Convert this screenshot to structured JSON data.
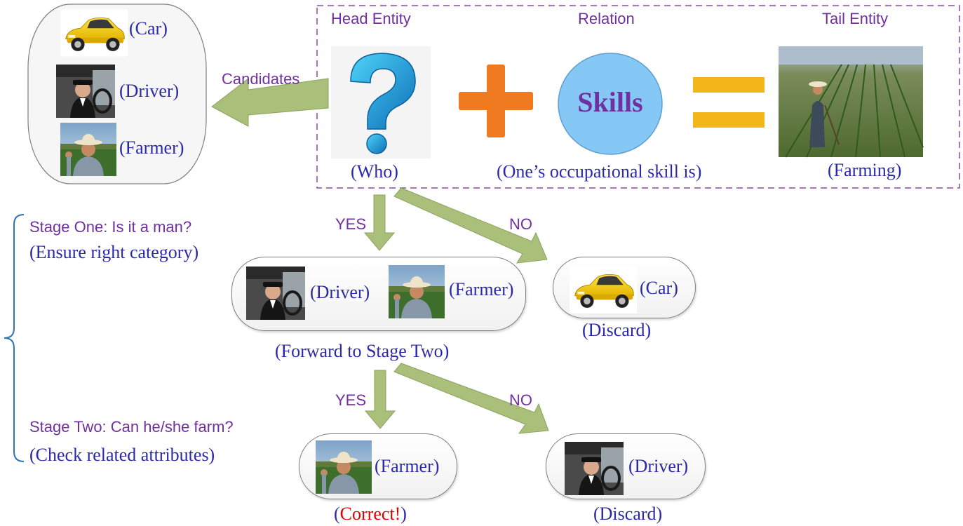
{
  "header": {
    "head_entity": "Head Entity",
    "relation": "Relation",
    "tail_entity": "Tail Entity"
  },
  "equation": {
    "head_caption": "(Who)",
    "relation_word": "Skills",
    "relation_caption": "(One’s occupational skill is)",
    "tail_caption": "(Farming)"
  },
  "candidates": {
    "label": "Candidates",
    "items": [
      "(Car)",
      "(Driver)",
      "(Farmer)"
    ]
  },
  "stage_one": {
    "title": "Stage One: Is it a man?",
    "subtitle": "(Ensure right category)",
    "yes": "YES",
    "no": "NO",
    "kept": [
      "(Driver)",
      "(Farmer)"
    ],
    "kept_caption": "(Forward to Stage Two)",
    "rejected": "(Car)",
    "rejected_caption": "(Discard)"
  },
  "stage_two": {
    "title": "Stage Two: Can he/she farm?",
    "subtitle": "(Check related attributes)",
    "yes": "YES",
    "no": "NO",
    "kept": "(Farmer)",
    "kept_caption_open": "(",
    "kept_caption_word": "Correct!",
    "kept_caption_close": ")",
    "rejected": "(Driver)",
    "rejected_caption": "(Discard)"
  },
  "colors": {
    "arrow_fill": "#a9bf7a",
    "arrow_stroke": "#8da35e",
    "relation_circle": "#86c8f5",
    "plus": "#f07a20",
    "equals": "#f2b51a",
    "dashed_border": "#8a4aa6",
    "brace": "#2e74b5",
    "correct": "#e00000"
  }
}
